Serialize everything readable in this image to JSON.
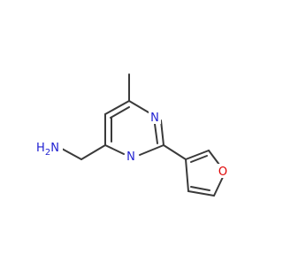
{
  "molecule": {
    "atoms": {
      "n_top": {
        "element": "N",
        "label": "N",
        "color": "#1f1fd1"
      },
      "n_bottom": {
        "element": "N",
        "label": "N",
        "color": "#1f1fd1"
      },
      "o_furan": {
        "element": "O",
        "label": "O",
        "color": "#e00000"
      },
      "amine_h2": {
        "element": "N",
        "label": "H2N",
        "display": "H₂N",
        "color": "#1f1fd1"
      }
    },
    "bond_color": "#3a3a3a",
    "background": "#ffffff"
  }
}
